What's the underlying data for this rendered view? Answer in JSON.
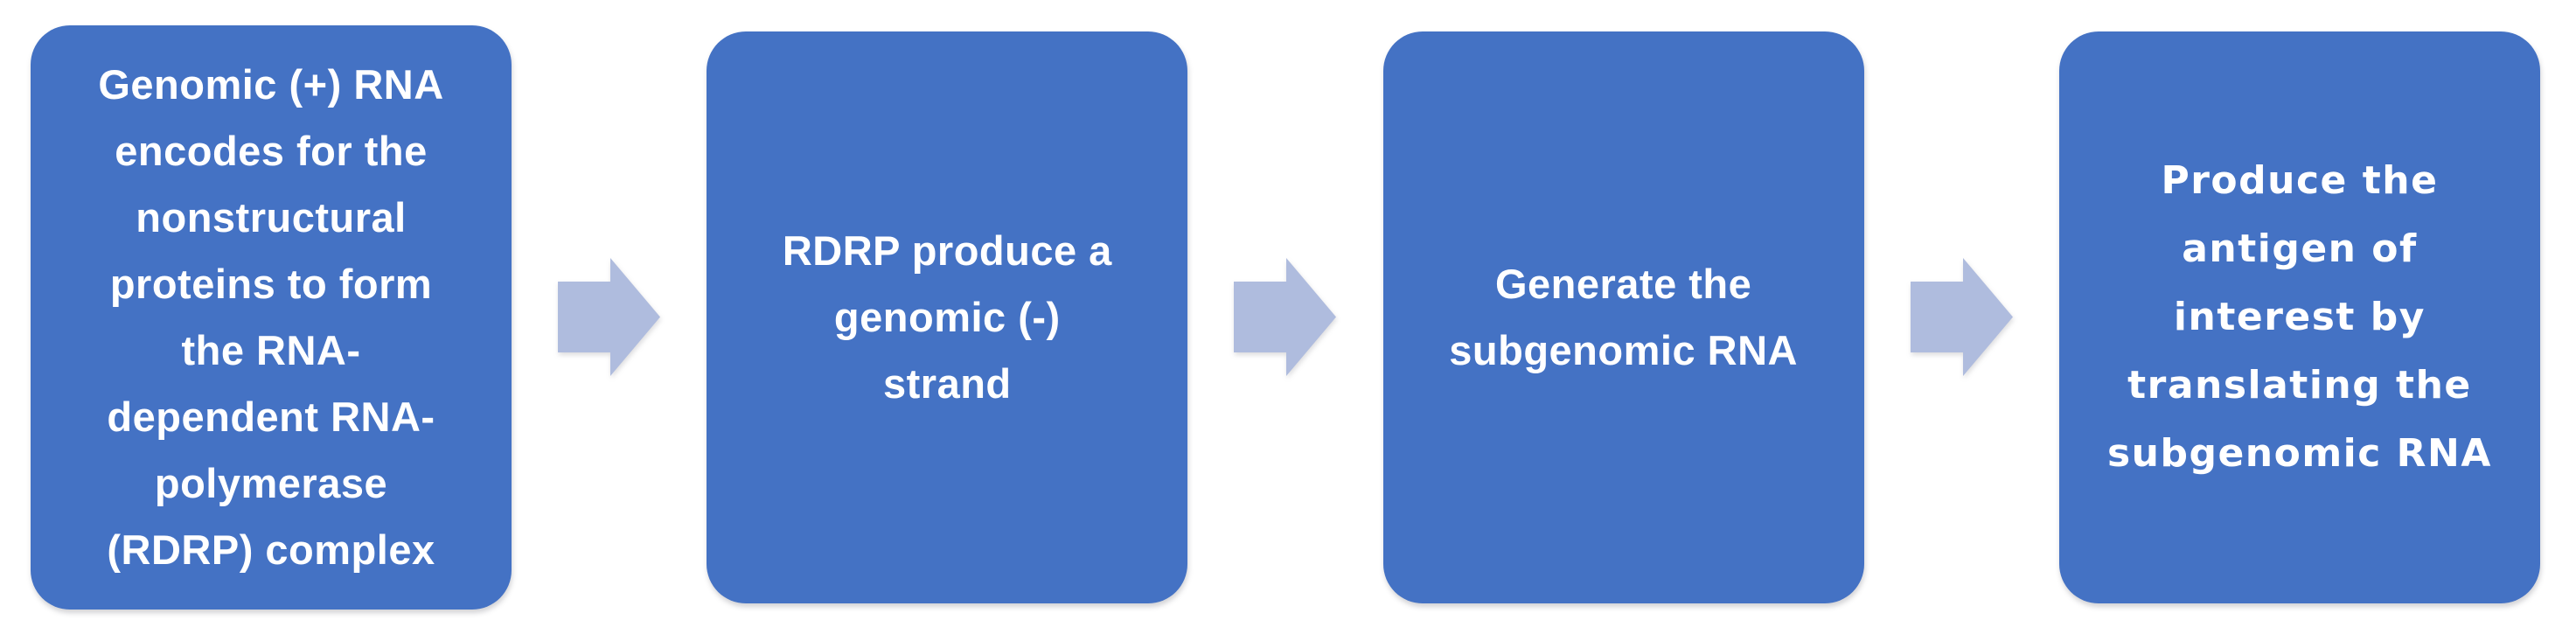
{
  "diagram": {
    "type": "flowchart",
    "direction": "left-to-right",
    "connector": "right-block-arrow",
    "steps": [
      {
        "text": "Genomic (+) RNA\nencodes for the\nnonstructural\nproteins to form\nthe RNA-\ndependent RNA-\npolymerase\n(RDRP) complex"
      },
      {
        "text": "RDRP produce a\ngenomic (-)\nstrand"
      },
      {
        "text": "Generate the\nsubgenomic RNA"
      },
      {
        "text": "Produce the\nantigen of\ninterest by\ntranslating the\nsubgenomic RNA"
      }
    ]
  },
  "colors": {
    "box-fill": "#4472C4",
    "arrow-fill": "#AFBCDE",
    "text-color": "#FFFFFF",
    "page-bg": "#FFFFFF"
  }
}
